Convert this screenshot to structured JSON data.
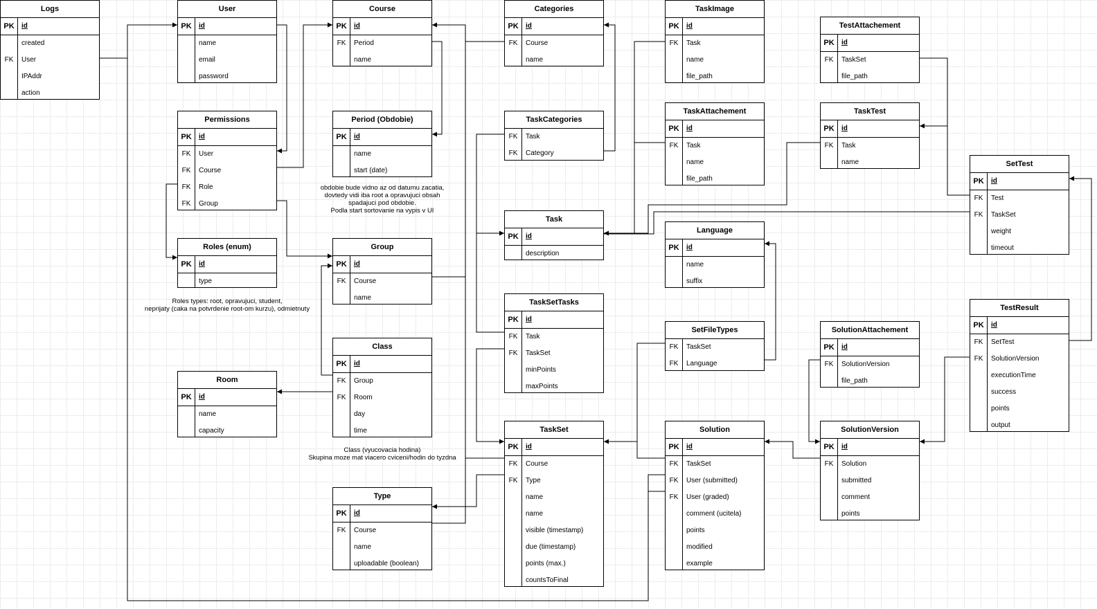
{
  "entities": [
    {
      "id": "logs",
      "title": "Logs",
      "rows": [
        {
          "k": "PK",
          "f": "id"
        },
        {
          "k": "",
          "f": "created"
        },
        {
          "k": "FK",
          "f": "User"
        },
        {
          "k": "",
          "f": "IPAddr"
        },
        {
          "k": "",
          "f": "action"
        }
      ]
    },
    {
      "id": "user",
      "title": "User",
      "rows": [
        {
          "k": "PK",
          "f": "id"
        },
        {
          "k": "",
          "f": "name"
        },
        {
          "k": "",
          "f": "email"
        },
        {
          "k": "",
          "f": "password"
        }
      ]
    },
    {
      "id": "permissions",
      "title": "Permissions",
      "rows": [
        {
          "k": "PK",
          "f": "id"
        },
        {
          "k": "FK",
          "f": "User"
        },
        {
          "k": "FK",
          "f": "Course"
        },
        {
          "k": "FK",
          "f": "Role"
        },
        {
          "k": "FK",
          "f": "Group"
        }
      ]
    },
    {
      "id": "roles",
      "title": "Roles (enum)",
      "rows": [
        {
          "k": "PK",
          "f": "id"
        },
        {
          "k": "",
          "f": "type"
        }
      ]
    },
    {
      "id": "room",
      "title": "Room",
      "rows": [
        {
          "k": "PK",
          "f": "id"
        },
        {
          "k": "",
          "f": "name"
        },
        {
          "k": "",
          "f": "capacity"
        }
      ]
    },
    {
      "id": "course",
      "title": "Course",
      "rows": [
        {
          "k": "PK",
          "f": "id"
        },
        {
          "k": "FK",
          "f": "Period"
        },
        {
          "k": "",
          "f": "name"
        }
      ]
    },
    {
      "id": "period",
      "title": "Period (Obdobie)",
      "rows": [
        {
          "k": "PK",
          "f": "id"
        },
        {
          "k": "",
          "f": "name"
        },
        {
          "k": "",
          "f": "start (date)"
        }
      ]
    },
    {
      "id": "group",
      "title": "Group",
      "rows": [
        {
          "k": "PK",
          "f": "id"
        },
        {
          "k": "FK",
          "f": "Course"
        },
        {
          "k": "",
          "f": "name"
        }
      ]
    },
    {
      "id": "class",
      "title": "Class",
      "rows": [
        {
          "k": "PK",
          "f": "id"
        },
        {
          "k": "FK",
          "f": "Group"
        },
        {
          "k": "FK",
          "f": "Room"
        },
        {
          "k": "",
          "f": "day"
        },
        {
          "k": "",
          "f": "time"
        }
      ]
    },
    {
      "id": "type",
      "title": "Type",
      "rows": [
        {
          "k": "PK",
          "f": "id"
        },
        {
          "k": "FK",
          "f": "Course"
        },
        {
          "k": "",
          "f": "name"
        },
        {
          "k": "",
          "f": "uploadable (boolean)"
        }
      ]
    },
    {
      "id": "categories",
      "title": "Categories",
      "rows": [
        {
          "k": "PK",
          "f": "id"
        },
        {
          "k": "FK",
          "f": "Course"
        },
        {
          "k": "",
          "f": "name"
        }
      ]
    },
    {
      "id": "taskcategories",
      "title": "TaskCategories",
      "rows": [
        {
          "k": "FK",
          "f": "Task"
        },
        {
          "k": "FK",
          "f": "Category"
        }
      ]
    },
    {
      "id": "task",
      "title": "Task",
      "rows": [
        {
          "k": "PK",
          "f": "id"
        },
        {
          "k": "",
          "f": "description"
        }
      ]
    },
    {
      "id": "tasksettasks",
      "title": "TaskSetTasks",
      "rows": [
        {
          "k": "PK",
          "f": "id"
        },
        {
          "k": "FK",
          "f": "Task"
        },
        {
          "k": "FK",
          "f": "TaskSet"
        },
        {
          "k": "",
          "f": "minPoints"
        },
        {
          "k": "",
          "f": "maxPoints"
        }
      ]
    },
    {
      "id": "taskset",
      "title": "TaskSet",
      "rows": [
        {
          "k": "PK",
          "f": "id"
        },
        {
          "k": "FK",
          "f": "Course"
        },
        {
          "k": "FK",
          "f": "Type"
        },
        {
          "k": "",
          "f": "name"
        },
        {
          "k": "",
          "f": "name"
        },
        {
          "k": "",
          "f": "visible (timestamp)"
        },
        {
          "k": "",
          "f": "due (timestamp)"
        },
        {
          "k": "",
          "f": "points (max.)"
        },
        {
          "k": "",
          "f": "countsToFinal"
        }
      ]
    },
    {
      "id": "taskimage",
      "title": "TaskImage",
      "rows": [
        {
          "k": "PK",
          "f": "id"
        },
        {
          "k": "FK",
          "f": "Task"
        },
        {
          "k": "",
          "f": "name"
        },
        {
          "k": "",
          "f": "file_path"
        }
      ]
    },
    {
      "id": "taskattachement",
      "title": "TaskAttachement",
      "rows": [
        {
          "k": "PK",
          "f": "id"
        },
        {
          "k": "FK",
          "f": "Task"
        },
        {
          "k": "",
          "f": "name"
        },
        {
          "k": "",
          "f": "file_path"
        }
      ]
    },
    {
      "id": "language",
      "title": "Language",
      "rows": [
        {
          "k": "PK",
          "f": "id"
        },
        {
          "k": "",
          "f": "name"
        },
        {
          "k": "",
          "f": "suffix"
        }
      ]
    },
    {
      "id": "setfiletypes",
      "title": "SetFileTypes",
      "rows": [
        {
          "k": "FK",
          "f": "TaskSet"
        },
        {
          "k": "FK",
          "f": "Language"
        }
      ]
    },
    {
      "id": "solution",
      "title": "Solution",
      "rows": [
        {
          "k": "PK",
          "f": "id"
        },
        {
          "k": "FK",
          "f": "TaskSet"
        },
        {
          "k": "FK",
          "f": "User (submitted)"
        },
        {
          "k": "FK",
          "f": "User (graded)"
        },
        {
          "k": "",
          "f": "comment (ucitela)"
        },
        {
          "k": "",
          "f": "points"
        },
        {
          "k": "",
          "f": "modified"
        },
        {
          "k": "",
          "f": "example"
        }
      ]
    },
    {
      "id": "testattachement",
      "title": "TestAttachement",
      "rows": [
        {
          "k": "PK",
          "f": "id"
        },
        {
          "k": "FK",
          "f": "TaskSet"
        },
        {
          "k": "",
          "f": "file_path"
        }
      ]
    },
    {
      "id": "tasktest",
      "title": "TaskTest",
      "rows": [
        {
          "k": "PK",
          "f": "id"
        },
        {
          "k": "FK",
          "f": "Task"
        },
        {
          "k": "",
          "f": "name"
        }
      ]
    },
    {
      "id": "solutionattachement",
      "title": "SolutionAttachement",
      "rows": [
        {
          "k": "PK",
          "f": "id"
        },
        {
          "k": "FK",
          "f": "SolutionVersion"
        },
        {
          "k": "",
          "f": "file_path"
        }
      ]
    },
    {
      "id": "solutionversion",
      "title": "SolutionVersion",
      "rows": [
        {
          "k": "PK",
          "f": "id"
        },
        {
          "k": "FK",
          "f": "Solution"
        },
        {
          "k": "",
          "f": "submitted"
        },
        {
          "k": "",
          "f": "comment"
        },
        {
          "k": "",
          "f": "points"
        }
      ]
    },
    {
      "id": "settest",
      "title": "SetTest",
      "rows": [
        {
          "k": "PK",
          "f": "id"
        },
        {
          "k": "FK",
          "f": "Test"
        },
        {
          "k": "FK",
          "f": "TaskSet"
        },
        {
          "k": "",
          "f": "weight"
        },
        {
          "k": "",
          "f": "timeout"
        }
      ]
    },
    {
      "id": "testresult",
      "title": "TestResult",
      "rows": [
        {
          "k": "PK",
          "f": "id"
        },
        {
          "k": "FK",
          "f": "SetTest"
        },
        {
          "k": "FK",
          "f": "SolutionVersion"
        },
        {
          "k": "",
          "f": "executionTime"
        },
        {
          "k": "",
          "f": "success"
        },
        {
          "k": "",
          "f": "points"
        },
        {
          "k": "",
          "f": "output"
        }
      ]
    }
  ],
  "notes": [
    {
      "id": "period-note",
      "text": "obdobie bude vidno az od datumu zacatia,\ndovtedy vidi iba root a opravujuci obsah\nspadajuci pod obdobie.\nPodla start sortovanie na vypis v UI"
    },
    {
      "id": "roles-note",
      "text": "Roles types: root, opravujuci, student,\nneprijaty (caka na potvrdenie root-om kurzu), odmietnuty"
    },
    {
      "id": "class-note",
      "text": "Class (vyucovacia hodina)\nSkupina moze mat viacero cviceni/hodin do tyzdna"
    }
  ],
  "colors": {
    "line": "#000000",
    "background": "#ffffff",
    "grid": "#ececec"
  }
}
